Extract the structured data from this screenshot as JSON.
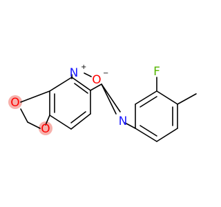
{
  "molecule": {
    "atoms": {
      "nitro_n": "N",
      "nitro_o": "O",
      "imine_n": "N",
      "fluorine": "F",
      "ring_o_top": "O",
      "ring_o_bottom": "O"
    },
    "charges": {
      "nitro_n": "+",
      "nitro_o": "−"
    },
    "colors": {
      "nitrogen": "#1a1aff",
      "oxygen": "#ff0000",
      "fluorine": "#55b600",
      "bond": "#000000",
      "highlight": "#f4a29c"
    }
  }
}
